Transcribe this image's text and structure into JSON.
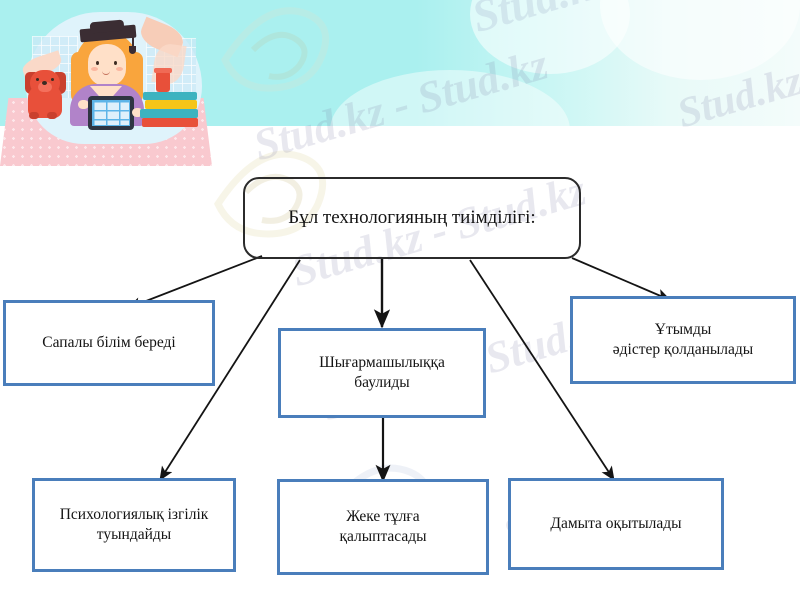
{
  "banner": {
    "background_color": "#aaf0ef",
    "illustration_name": "student-girl-with-tablet-dog-books"
  },
  "watermark": {
    "text_short": "Stud.kz",
    "text_long": "Stud.kz - Stud.kz",
    "color": "#7878a0"
  },
  "diagram": {
    "type": "hierarchy",
    "title_node": {
      "id": "root",
      "label": "Бұл технологияның тиімділігі:",
      "border_color": "#2b2b2b",
      "shape": "rounded-rectangle"
    },
    "nodes": [
      {
        "id": "node-1",
        "label": "Сапалы білім береді",
        "lines": [
          "Сапалы білім береді"
        ],
        "border_color": "#4a7ebb"
      },
      {
        "id": "node-2",
        "label": "Шығармашылыққа баулиды",
        "lines": [
          "Шығармашылыққа",
          "баулиды"
        ],
        "border_color": "#4a7ebb"
      },
      {
        "id": "node-3",
        "label": "Ұтымды әдістер қолданылады",
        "lines": [
          "Ұтымды",
          "әдістер қолданылады"
        ],
        "border_color": "#4a7ebb"
      },
      {
        "id": "node-4",
        "label": "Психологиялық ізгілік туындайды",
        "lines": [
          "Психологиялық ізгілік",
          "туындайды"
        ],
        "border_color": "#4a7ebb"
      },
      {
        "id": "node-5",
        "label": "Жеке тұлға қалыптасады",
        "lines": [
          "Жеке тұлға",
          "қалыптасады"
        ],
        "border_color": "#4a7ebb"
      },
      {
        "id": "node-6",
        "label": "Дамыта оқытылады",
        "lines": [
          "Дамыта оқытылады"
        ],
        "border_color": "#4a7ebb"
      }
    ],
    "edges": [
      {
        "from": "root",
        "to": "node-1",
        "style": "arrow"
      },
      {
        "from": "root",
        "to": "node-2",
        "style": "arrow"
      },
      {
        "from": "root",
        "to": "node-3",
        "style": "arrow"
      },
      {
        "from": "root",
        "to": "node-4",
        "style": "arrow"
      },
      {
        "from": "root",
        "to": "node-6",
        "style": "arrow"
      },
      {
        "from": "node-2",
        "to": "node-5",
        "style": "arrow"
      }
    ],
    "edge_color": "#1a1a1a"
  }
}
